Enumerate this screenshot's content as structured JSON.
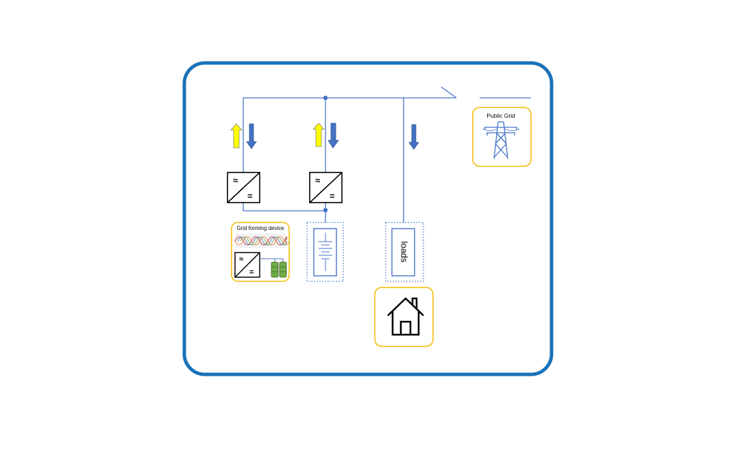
{
  "labels": {
    "public_grid": "Public Grid",
    "grid_forming_device": "Grid forming device",
    "loads": "loads"
  },
  "symbols": {
    "ac": "≈",
    "dc": "="
  },
  "colors": {
    "frame_border": "#1a72b8",
    "line": "#4472c4",
    "arrow_down": "#4472c4",
    "arrow_up": "#ffff00",
    "device_box_border": "#f5b800",
    "battery_green": "#70ad47"
  },
  "icons": {
    "tower": "transmission-tower-icon",
    "house": "house-icon",
    "converter": "ac-dc-converter-icon",
    "battery": "battery-icon",
    "switch": "open-switch-icon"
  }
}
